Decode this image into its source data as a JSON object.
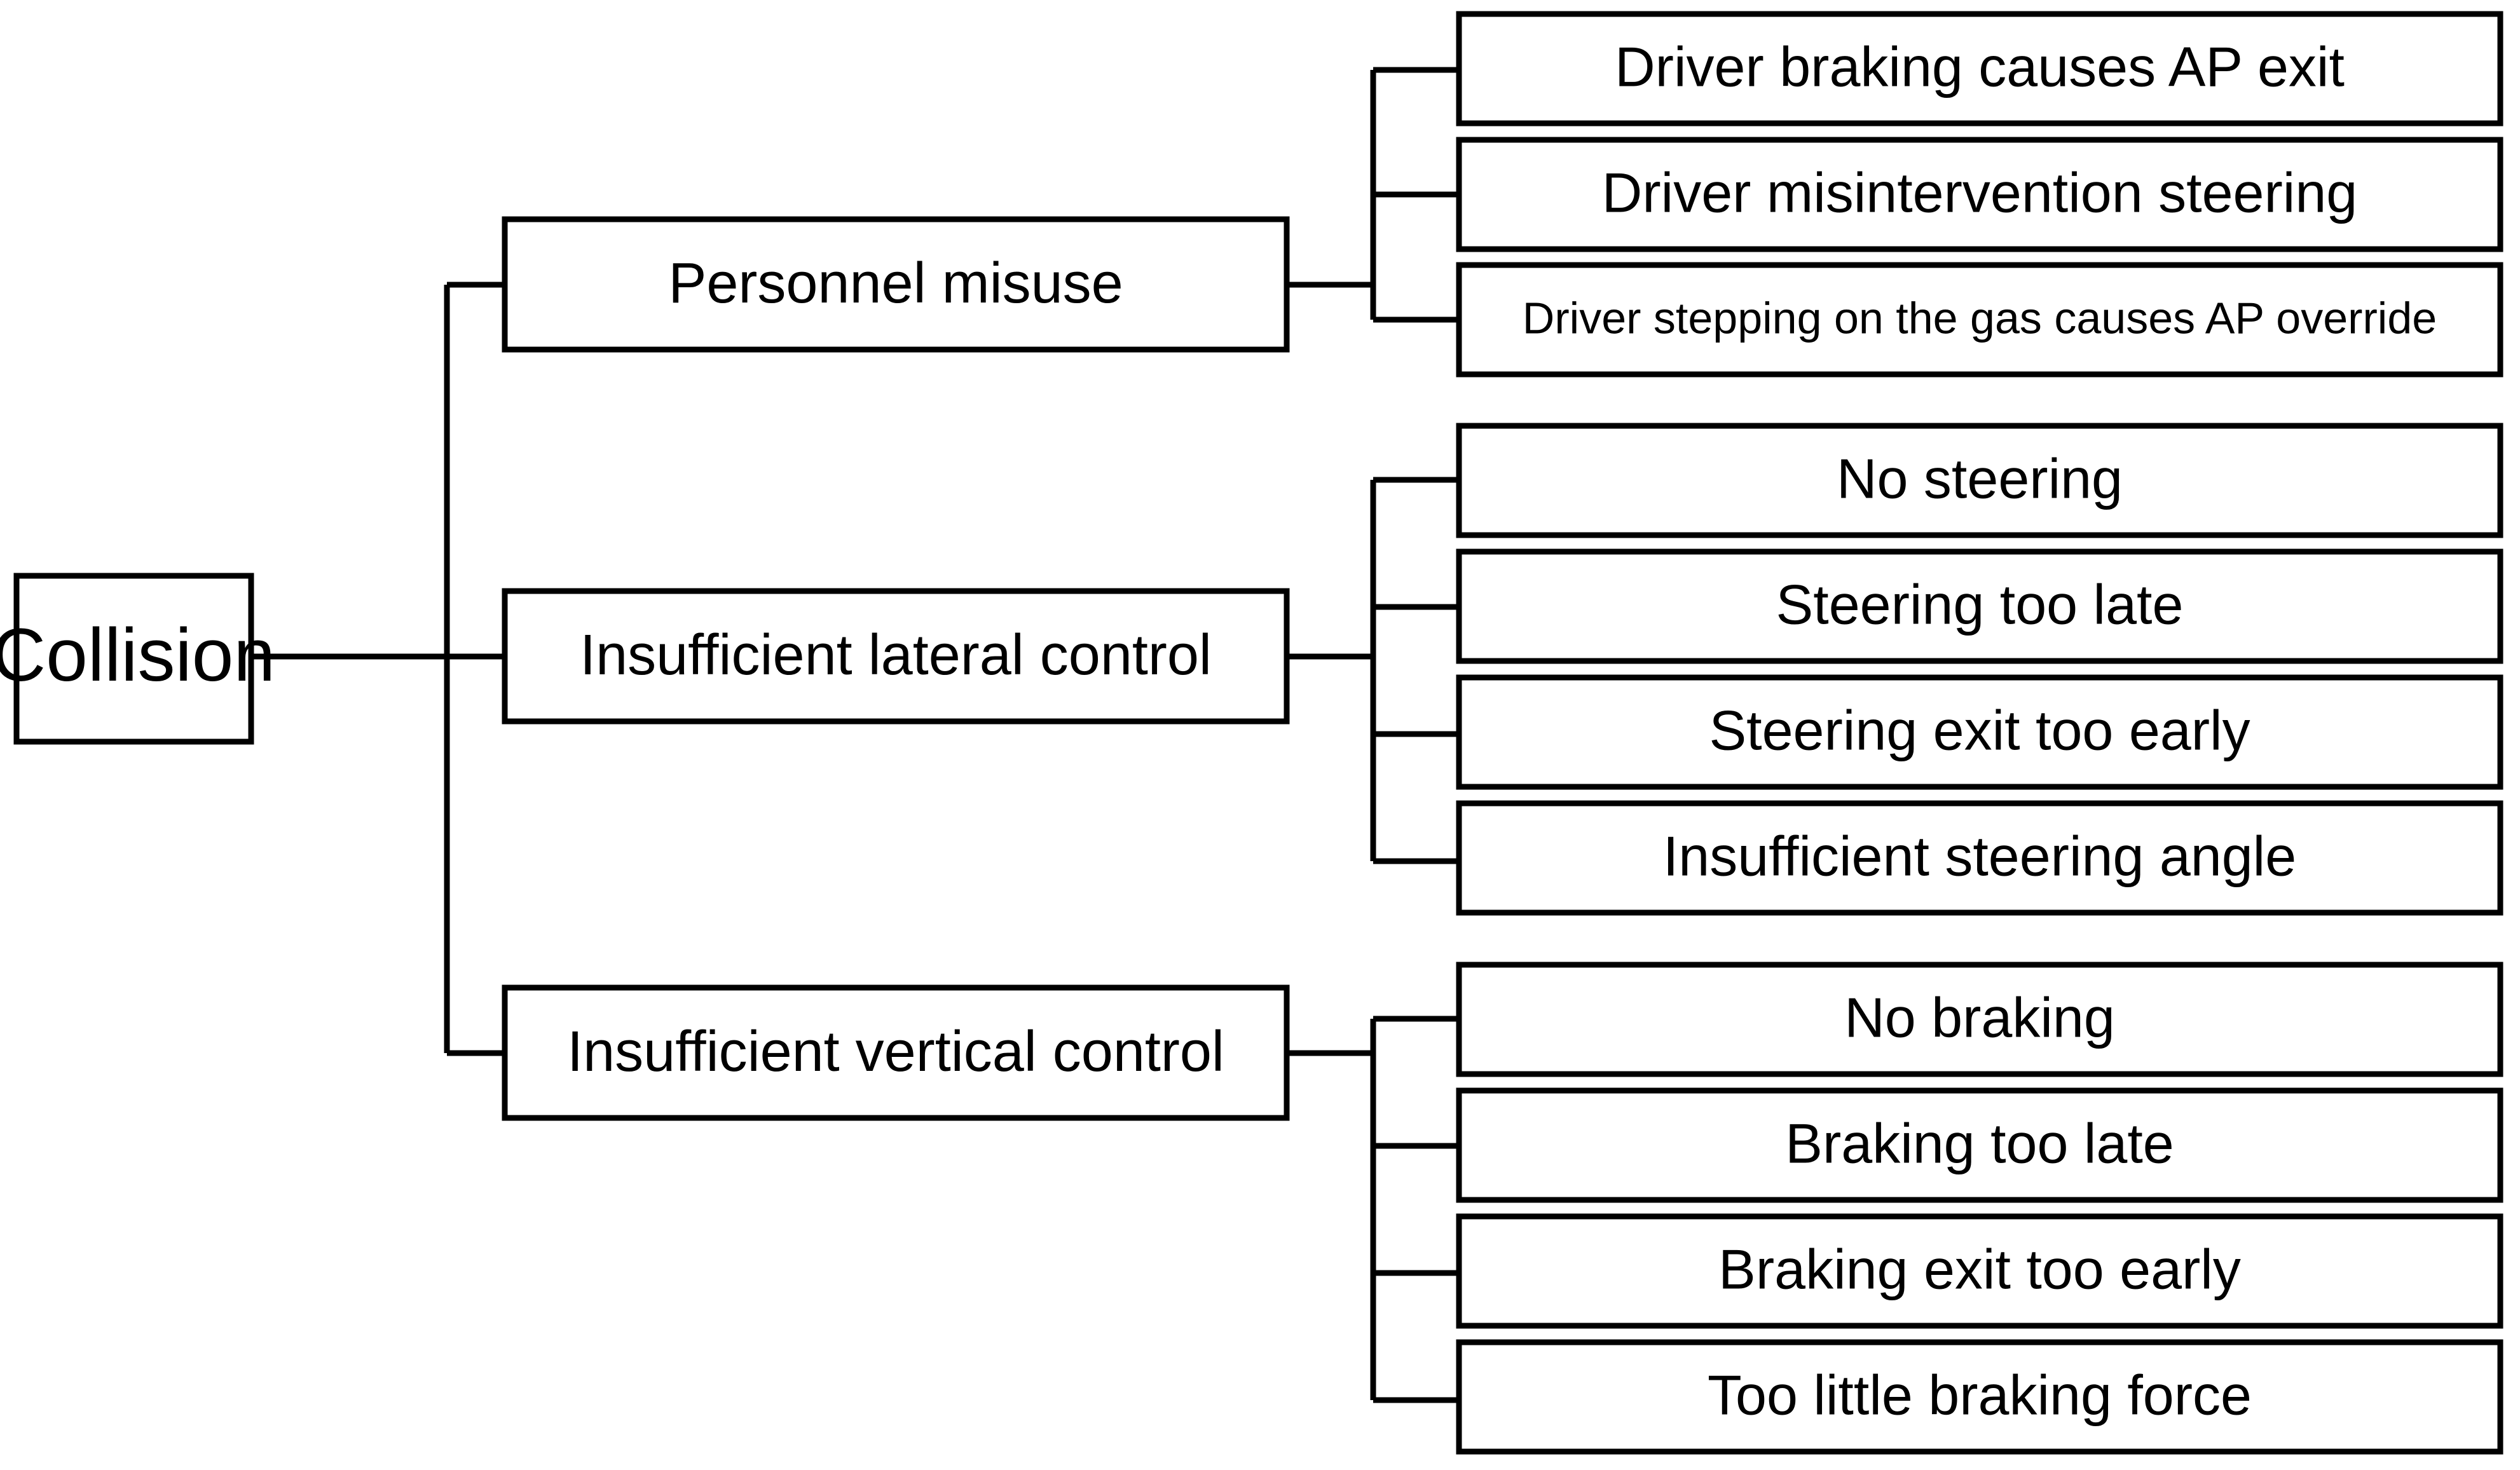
{
  "diagram": {
    "type": "fault-tree",
    "orientation": "left-to-right",
    "root": {
      "id": "collision",
      "label": "Collision"
    },
    "level2": [
      {
        "id": "personnel-misuse",
        "label": "Personnel misuse"
      },
      {
        "id": "insufficient-lateral-control",
        "label": "Insufficient lateral control"
      },
      {
        "id": "insufficient-vertical-control",
        "label": "Insufficient vertical control"
      }
    ],
    "groups": [
      {
        "parent": "personnel-misuse",
        "children": [
          {
            "id": "driver-braking-ap-exit",
            "label": "Driver braking causes AP exit",
            "size": "normal"
          },
          {
            "id": "driver-misintervention",
            "label": "Driver misintervention steering",
            "size": "normal"
          },
          {
            "id": "driver-gas-ap-override",
            "label": "Driver stepping on the gas causes AP override",
            "size": "small"
          }
        ]
      },
      {
        "parent": "insufficient-lateral-control",
        "children": [
          {
            "id": "no-steering",
            "label": "No steering",
            "size": "normal"
          },
          {
            "id": "steering-too-late",
            "label": "Steering too late",
            "size": "normal"
          },
          {
            "id": "steering-exit-too-early",
            "label": "Steering exit too early",
            "size": "normal"
          },
          {
            "id": "insufficient-steering-angle",
            "label": "Insufficient steering angle",
            "size": "normal"
          }
        ]
      },
      {
        "parent": "insufficient-vertical-control",
        "children": [
          {
            "id": "no-braking",
            "label": "No braking",
            "size": "normal"
          },
          {
            "id": "braking-too-late",
            "label": "Braking too late",
            "size": "normal"
          },
          {
            "id": "braking-exit-too-early",
            "label": "Braking exit too early",
            "size": "normal"
          },
          {
            "id": "too-little-braking-force",
            "label": "Too little braking force",
            "size": "normal"
          }
        ]
      }
    ],
    "colors": {
      "box_fill": "#ffffff",
      "box_stroke": "#000000",
      "connector": "#000000",
      "text": "#000000",
      "background": "#ffffff"
    }
  }
}
